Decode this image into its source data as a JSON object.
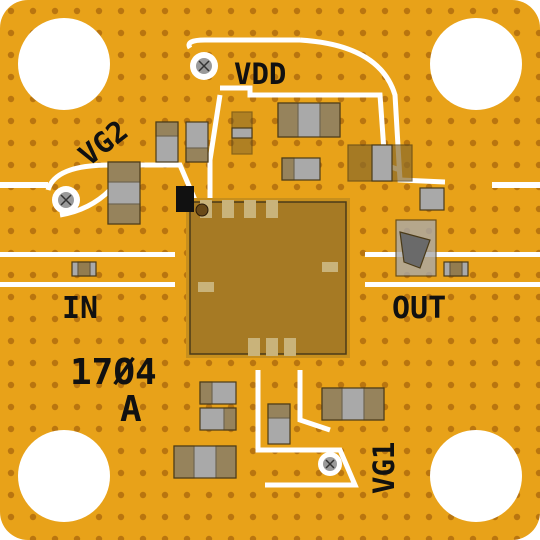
{
  "labels": {
    "vdd": "VDD",
    "vg2": "VG2",
    "in": "IN",
    "out": "OUT",
    "part_code": "17Ø4",
    "revision": "A",
    "vg1": "VG1"
  },
  "colors": {
    "background": "#ffffff",
    "gold": "#e8a219",
    "via_hole": "#b9750f",
    "trace_gap": "#ffffff",
    "component_light": "#a9a9a9",
    "component_dark": "#8a6a2a",
    "silkscreen": "#111111"
  }
}
